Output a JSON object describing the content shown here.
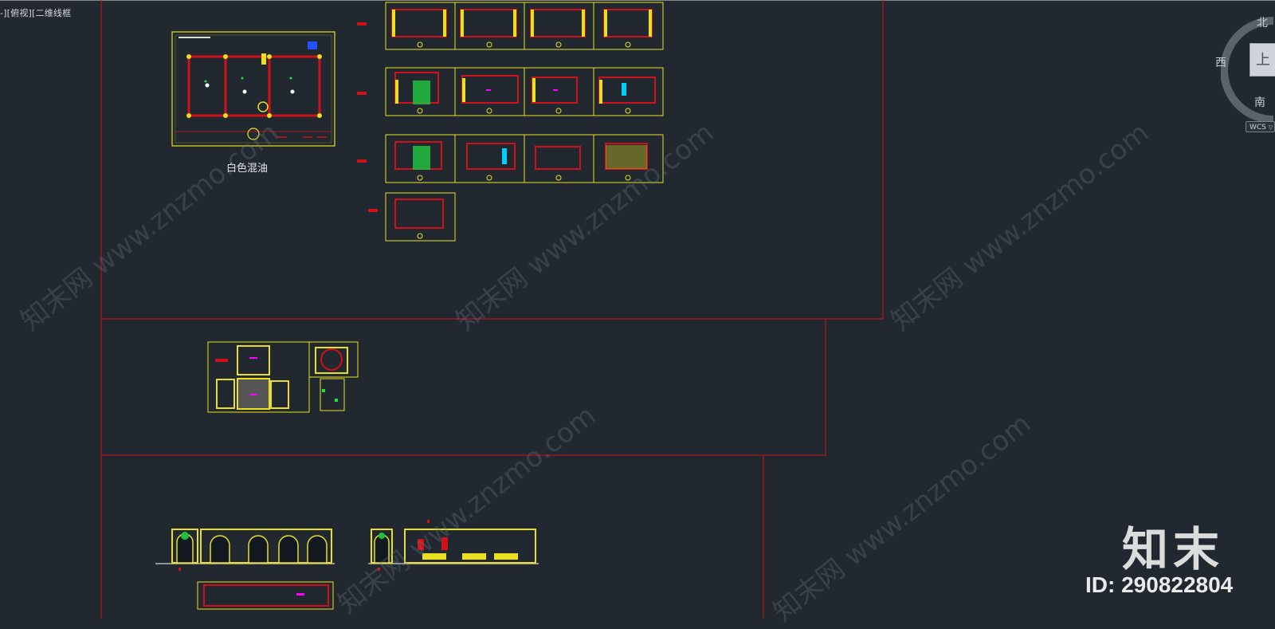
{
  "app": {
    "viewport_label": "-][俯视][二维线框",
    "caption": "白色混油"
  },
  "viewcube": {
    "north": "北",
    "west": "西",
    "south": "南",
    "face": "上",
    "wcs": "WCS"
  },
  "watermark": {
    "logo": "知末",
    "id": "ID: 290822804",
    "diagonal": "知末网 www.znzmo.com"
  },
  "colors": {
    "background": "#212830",
    "frame_red": "#d0111a",
    "sheet_yellow": "#e8e020",
    "accent_magenta": "#ff00ff",
    "accent_green": "#20e040",
    "accent_cyan": "#00d0ff"
  }
}
